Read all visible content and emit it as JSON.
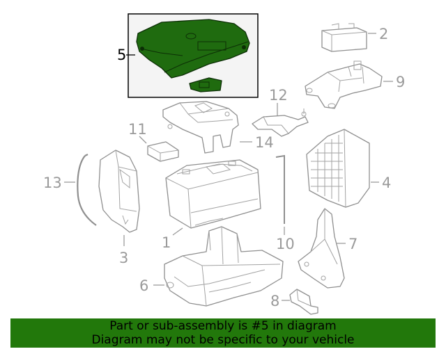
{
  "callouts": {
    "c1": "1",
    "c2": "2",
    "c3": "3",
    "c4": "4",
    "c5": "5",
    "c6": "6",
    "c7": "7",
    "c8": "8",
    "c9": "9",
    "c10": "10",
    "c11": "11",
    "c12": "12",
    "c13": "13",
    "c14": "14"
  },
  "highlight": {
    "part": "5",
    "fill_color": "#1f6b0f",
    "box_background": "#f4f4f4"
  },
  "banner": {
    "line1": "Part or sub-assembly is #5 in diagram",
    "line2": "Diagram may not be specific to your vehicle",
    "background": "#22780b"
  }
}
